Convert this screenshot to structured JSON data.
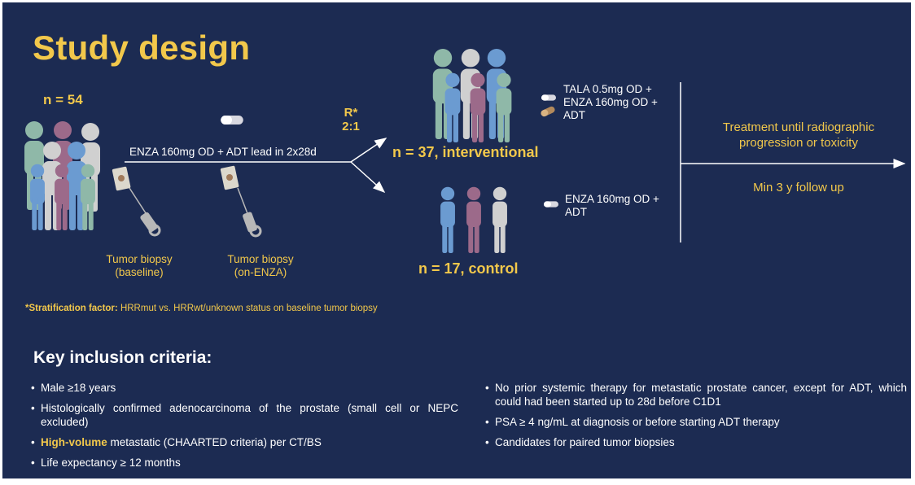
{
  "title": "Study design",
  "enrollment": {
    "n_total": "n = 54"
  },
  "lead_in": {
    "label": "ENZA 160mg OD + ADT lead in 2x28d"
  },
  "biopsies": [
    {
      "line1": "Tumor biopsy",
      "line2": "(baseline)"
    },
    {
      "line1": "Tumor biopsy",
      "line2": "(on-ENZA)"
    }
  ],
  "randomization": {
    "label": "R*",
    "ratio": "2:1"
  },
  "arms": {
    "interventional": {
      "n": "n = 37, interventional",
      "regimen": [
        "TALA 0.5mg OD +",
        "ENZA 160mg OD +",
        "ADT"
      ]
    },
    "control": {
      "n": "n = 17, control",
      "regimen": [
        "ENZA 160mg OD +",
        "ADT"
      ]
    }
  },
  "treatment": {
    "line1": "Treatment until radiographic",
    "line2": "progression or toxicity",
    "followup": "Min 3 y follow up"
  },
  "stratification": {
    "label": "*Stratification factor:",
    "text": " HRRmut vs. HRRwt/unknown status on baseline tumor biopsy"
  },
  "criteria": {
    "title": "Key inclusion criteria:",
    "left": [
      {
        "highlight": "",
        "text": "Male ≥18 years"
      },
      {
        "highlight": "",
        "text": "Histologically confirmed adenocarcinoma of the prostate (small cell or NEPC excluded)"
      },
      {
        "highlight": "High-volume",
        "text": " metastatic (CHAARTED criteria) per CT/BS"
      },
      {
        "highlight": "",
        "text": "Life expectancy ≥ 12 months"
      }
    ],
    "right": [
      "No prior systemic therapy for metastatic prostate cancer, except for ADT, which could had been started up to 28d before C1D1",
      "PSA ≥ 4 ng/mL at diagnosis or before starting ADT therapy",
      "Candidates for paired tumor biopsies"
    ]
  },
  "colors": {
    "background": "#1c2b52",
    "accent": "#f2c84b",
    "person_green": "#8fb8a8",
    "person_mauve": "#9c6a8a",
    "person_blue": "#6b9bd1",
    "person_grey": "#d0d0d0"
  }
}
